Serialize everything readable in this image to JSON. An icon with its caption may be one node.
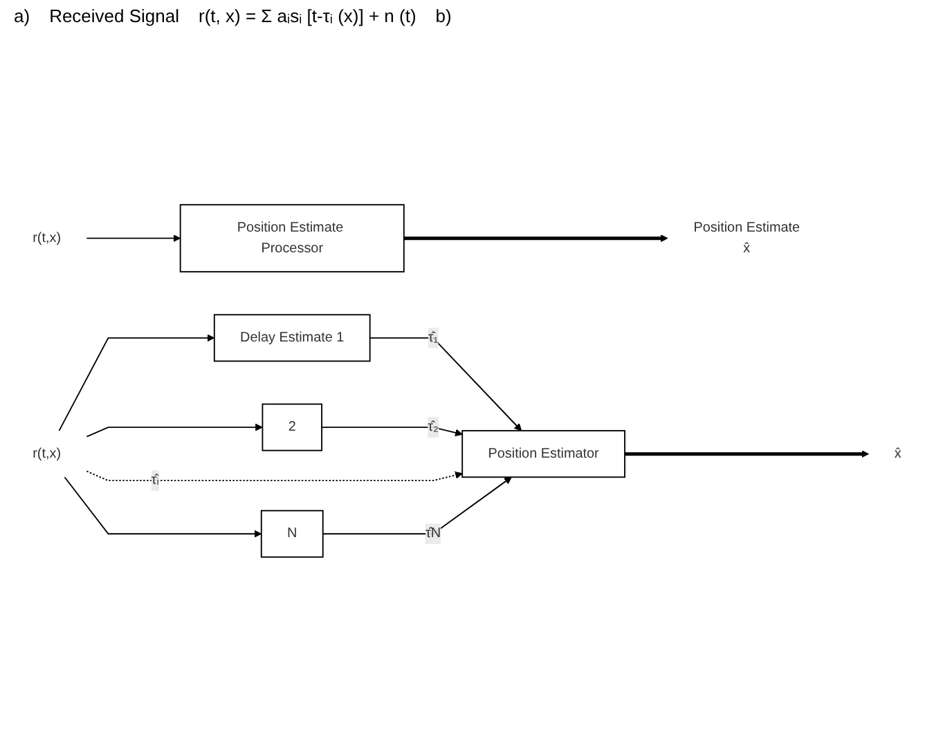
{
  "diagram": {
    "nodes": [
      {
        "text": [
          "r(t,x)"
        ]
      },
      {
        "text": [
          "Position Estimate Processor"
        ]
      },
      {
        "text": [
          "Position Estimate",
          "x̂"
        ]
      },
      {
        "text": [
          "r(t,x)"
        ]
      },
      {
        "text": [
          "Delay Estimate 1"
        ]
      },
      {
        "text": [
          "2"
        ]
      },
      {
        "text": [
          "N"
        ]
      },
      {
        "text": [
          "Position Estimator"
        ]
      },
      {
        "text": [
          "x̂"
        ]
      }
    ],
    "edges": [
      {
        "from": 0,
        "to": 1,
        "arrow": "to"
      },
      {
        "from": 1,
        "to": 2,
        "arrow": "to",
        "style": "thick"
      },
      {
        "from": 3,
        "to": 4,
        "arrow": "to"
      },
      {
        "from": 3,
        "to": 5,
        "arrow": "to"
      },
      {
        "from": 3,
        "to": 6,
        "arrow": "to"
      },
      {
        "from": 4,
        "to": 7,
        "arrow": "to",
        "label": "τ̂₁"
      },
      {
        "from": 5,
        "to": 7,
        "arrow": "to",
        "label": "τ̂₂"
      },
      {
        "from": 3,
        "to": 7,
        "arrow": "to",
        "label": "τ̂ᵢ",
        "style": "dashed"
      },
      {
        "from": 6,
        "to": 7,
        "arrow": "to",
        "label": "τ̂N"
      },
      {
        "from": 7,
        "to": 8,
        "arrow": "to",
        "style": "thick"
      }
    ],
    "labels": [
      "a)",
      "Received Signal",
      "r(t, x) = Σ aᵢsᵢ [t-τᵢ (x)] + n (t)",
      "b)"
    ]
  }
}
